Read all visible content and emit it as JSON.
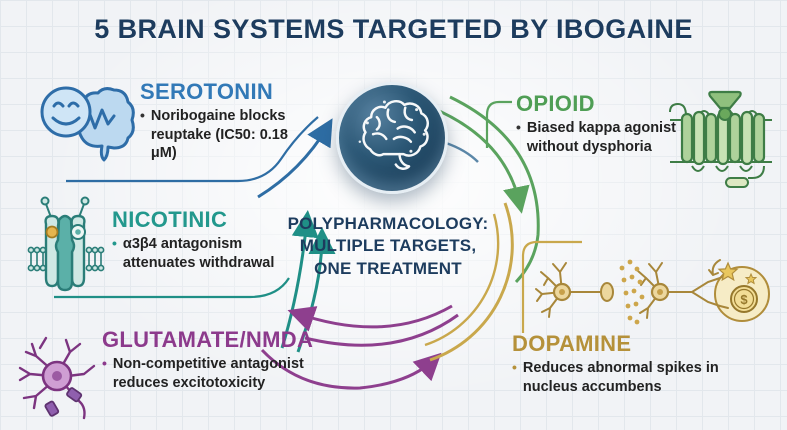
{
  "title": "5 BRAIN SYSTEMS TARGETED BY IBOGAINE",
  "center": {
    "badge_icon": "glowing-brain",
    "line1": "POLYPHARMACOLOGY:",
    "line2": "MULTIPLE TARGETS,",
    "line3": "ONE TREATMENT"
  },
  "sections": {
    "serotonin": {
      "label": "SEROTONIN",
      "bullet": "Noribogaine blocks reuptake (IC50: 0.18 μM)",
      "color": "#3279b7",
      "bullet_dot_color": "#333333",
      "icon": "smiley-brain-icon"
    },
    "nicotinic": {
      "label": "NICOTINIC",
      "bullet": "α3β4 antagonism attenuates withdrawal",
      "color": "#23988d",
      "bullet_dot_color": "#23988d",
      "icon": "nicotinic-receptor-icon"
    },
    "glutamate": {
      "label": "GLUTAMATE/NMDA",
      "bullet": "Non-competitive antagonist reduces excitotoxicity",
      "color": "#8c3a8c",
      "bullet_dot_color": "#8c3a8c",
      "icon": "purple-neuron-icon"
    },
    "opioid": {
      "label": "OPIOID",
      "bullet": "Biased kappa agonist without dysphoria",
      "color": "#4f9e55",
      "bullet_dot_color": "#333333",
      "icon": "gpcr-receptor-icon"
    },
    "dopamine": {
      "label": "DOPAMINE",
      "bullet": "Reduces abnormal spikes in nucleus accumbens",
      "color": "#b5913a",
      "bullet_dot_color": "#b5913a",
      "icon": "synapse-reward-icon",
      "coin_symbol": "$"
    }
  },
  "colors": {
    "title_navy": "#1d3c5e",
    "background": "#f1f3f6",
    "grid_line": "#e2e7ec",
    "arrow_blue": "#2e6da4",
    "arrow_teal": "#1f8f86",
    "arrow_purple": "#8e3f8e",
    "arrow_green": "#5aa35e",
    "arrow_gold": "#c9a84c"
  }
}
